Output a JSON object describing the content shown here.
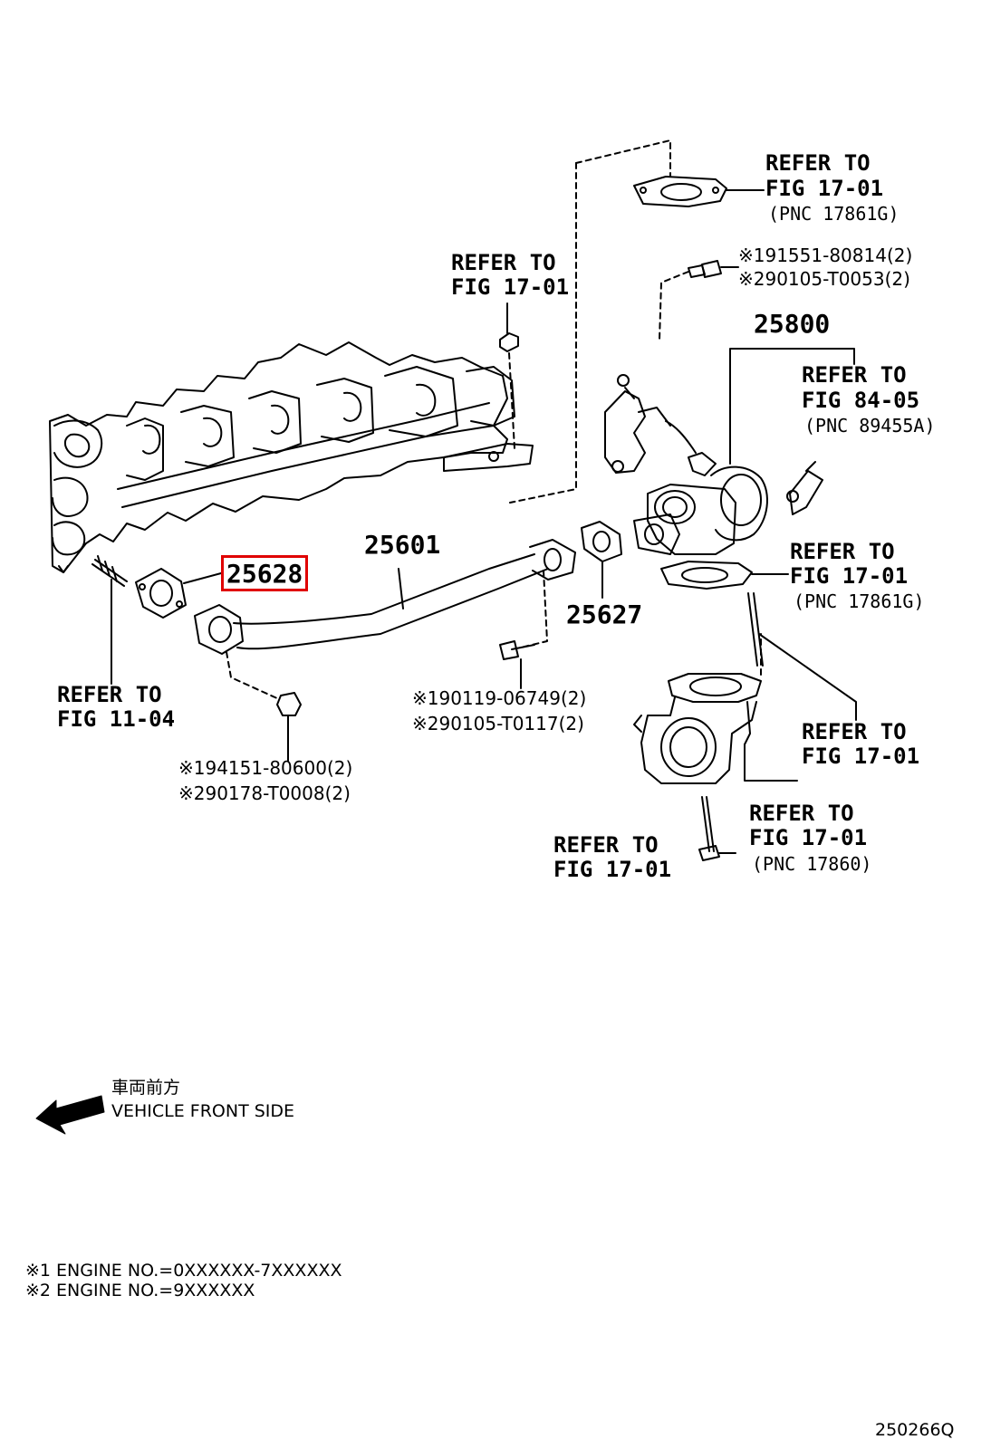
{
  "refer_to": "REFER TO",
  "part_numbers": {
    "egr_valve": "25800",
    "egr_pipe": "25601",
    "gasket_left": "25628",
    "gasket_right": "25627"
  },
  "references": {
    "top_gasket": {
      "fig": "FIG 17-01",
      "pnc": "(PNC 17861G)"
    },
    "top_stud": {
      "fig": "FIG 17-01"
    },
    "egr_sensor": {
      "fig": "FIG 84-05",
      "pnc": "(PNC 89455A)"
    },
    "valve_gasket": {
      "fig": "FIG 17-01",
      "pnc": "(PNC 17861G)"
    },
    "left_stud": {
      "fig": "FIG 11-04"
    },
    "cooler_bolt": {
      "fig": "FIG 17-01"
    },
    "cooler_body": {
      "fig": "FIG 17-01",
      "pnc": "(PNC 17860)"
    },
    "lower_bolt": {
      "fig": "FIG 17-01"
    }
  },
  "fasteners": {
    "valve_bolt": {
      "m1": "※191551-80814(2)",
      "m2": "※290105-T0053(2)"
    },
    "pipe_bolt": {
      "m1": "※190119-06749(2)",
      "m2": "※290105-T0117(2)"
    },
    "pipe_nut": {
      "m1": "※194151-80600(2)",
      "m2": "※290178-T0008(2)"
    }
  },
  "front": {
    "jp": "車両前方",
    "en": "VEHICLE FRONT SIDE"
  },
  "notes": [
    "※1 ENGINE NO.=0XXXXXX-7XXXXXX",
    "※2 ENGINE NO.=9XXXXXX"
  ],
  "diagram_id": "250266Q",
  "highlight_color": "#e00000"
}
